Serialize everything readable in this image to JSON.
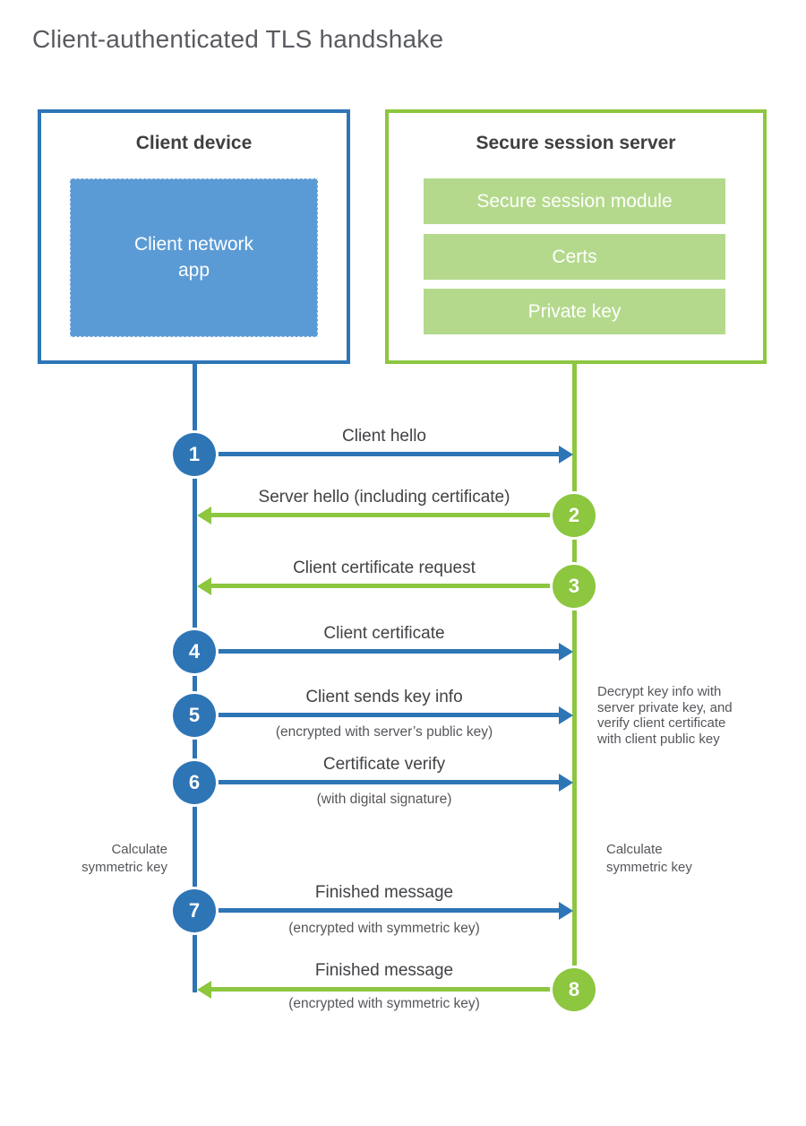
{
  "page": {
    "title": "Client-authenticated TLS handshake"
  },
  "colors": {
    "client_blue": "#2e75b6",
    "client_fill_blue": "#5b9bd5",
    "server_green": "#8dc63f",
    "server_fill_green": "#b4d98c",
    "text_dark": "#404245",
    "text_gray": "#54565a"
  },
  "client": {
    "title": "Client device",
    "app_lines": [
      "Client network",
      "app"
    ]
  },
  "server": {
    "title": "Secure session server",
    "modules": [
      "Secure session module",
      "Certs",
      "Private key"
    ]
  },
  "steps": [
    {
      "num": "1",
      "label": "Client hello",
      "sub": "",
      "direction": "client-to-server"
    },
    {
      "num": "2",
      "label": "Server hello (including certificate)",
      "sub": "",
      "direction": "server-to-client"
    },
    {
      "num": "3",
      "label": "Client certificate request",
      "sub": "",
      "direction": "server-to-client"
    },
    {
      "num": "4",
      "label": "Client certificate",
      "sub": "",
      "direction": "client-to-server"
    },
    {
      "num": "5",
      "label": "Client sends key info",
      "sub": "(encrypted with server’s public key)",
      "direction": "client-to-server"
    },
    {
      "num": "6",
      "label": "Certificate verify",
      "sub": "(with digital signature)",
      "direction": "client-to-server"
    },
    {
      "num": "7",
      "label": "Finished message",
      "sub": "(encrypted with symmetric key)",
      "direction": "client-to-server"
    },
    {
      "num": "8",
      "label": "Finished message",
      "sub": "(encrypted with symmetric key)",
      "direction": "server-to-client"
    }
  ],
  "annotations": {
    "decrypt_note": {
      "lines": [
        "Decrypt key info with",
        "server private key, and",
        "verify client certificate",
        "with client public key"
      ]
    },
    "calc_left": {
      "lines": [
        "Calculate",
        "symmetric key"
      ]
    },
    "calc_right": {
      "lines": [
        "Calculate",
        "symmetric key"
      ]
    }
  }
}
